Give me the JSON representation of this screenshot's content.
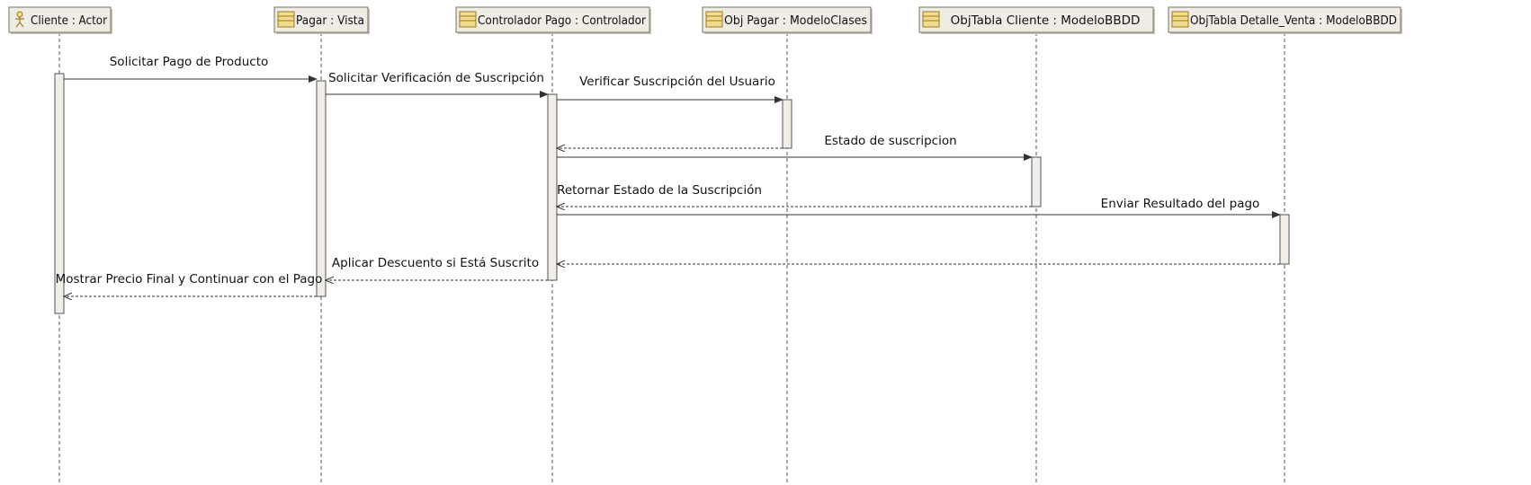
{
  "diagram": {
    "type": "sequence",
    "colors": {
      "header_fill": "#efece6",
      "header_stroke": "#7a7060",
      "icon_fill": "#f2dc8c",
      "icon_stroke": "#9c7a20",
      "lifeline": "#555555",
      "activation_fill": "#f1ede8",
      "arrow": "#333333"
    },
    "participants": [
      {
        "label": "Cliente : Actor",
        "icon": "actor-icon"
      },
      {
        "label": "Pagar : Vista",
        "icon": "class-icon"
      },
      {
        "label": "Controlador Pago : Controlador",
        "icon": "class-icon"
      },
      {
        "label": "Obj Pagar : ModeloClases",
        "icon": "class-icon"
      },
      {
        "label": "ObjTabla Cliente : ModeloBBDD",
        "icon": "class-icon"
      },
      {
        "label": "ObjTabla Detalle_Venta : ModeloBBDD",
        "icon": "class-icon"
      }
    ],
    "messages": [
      {
        "label": "Solicitar Pago de Producto",
        "from": 0,
        "to": 1,
        "kind": "sync"
      },
      {
        "label": "Solicitar Verificación de Suscripción",
        "from": 1,
        "to": 2,
        "kind": "sync"
      },
      {
        "label": "Verificar Suscripción del Usuario",
        "from": 2,
        "to": 3,
        "kind": "sync"
      },
      {
        "label": "",
        "from": 3,
        "to": 2,
        "kind": "return"
      },
      {
        "label": "Estado de suscripcion",
        "from": 2,
        "to": 4,
        "kind": "sync"
      },
      {
        "label": "Retornar Estado de la Suscripción",
        "from": 4,
        "to": 2,
        "kind": "return"
      },
      {
        "label": "Enviar Resultado del pago",
        "from": 2,
        "to": 5,
        "kind": "sync"
      },
      {
        "label": "",
        "from": 5,
        "to": 2,
        "kind": "return"
      },
      {
        "label": "Aplicar Descuento si Está Suscrito",
        "from": 2,
        "to": 1,
        "kind": "return"
      },
      {
        "label": "Mostrar Precio Final y Continuar con el Pago",
        "from": 1,
        "to": 0,
        "kind": "return"
      }
    ]
  }
}
